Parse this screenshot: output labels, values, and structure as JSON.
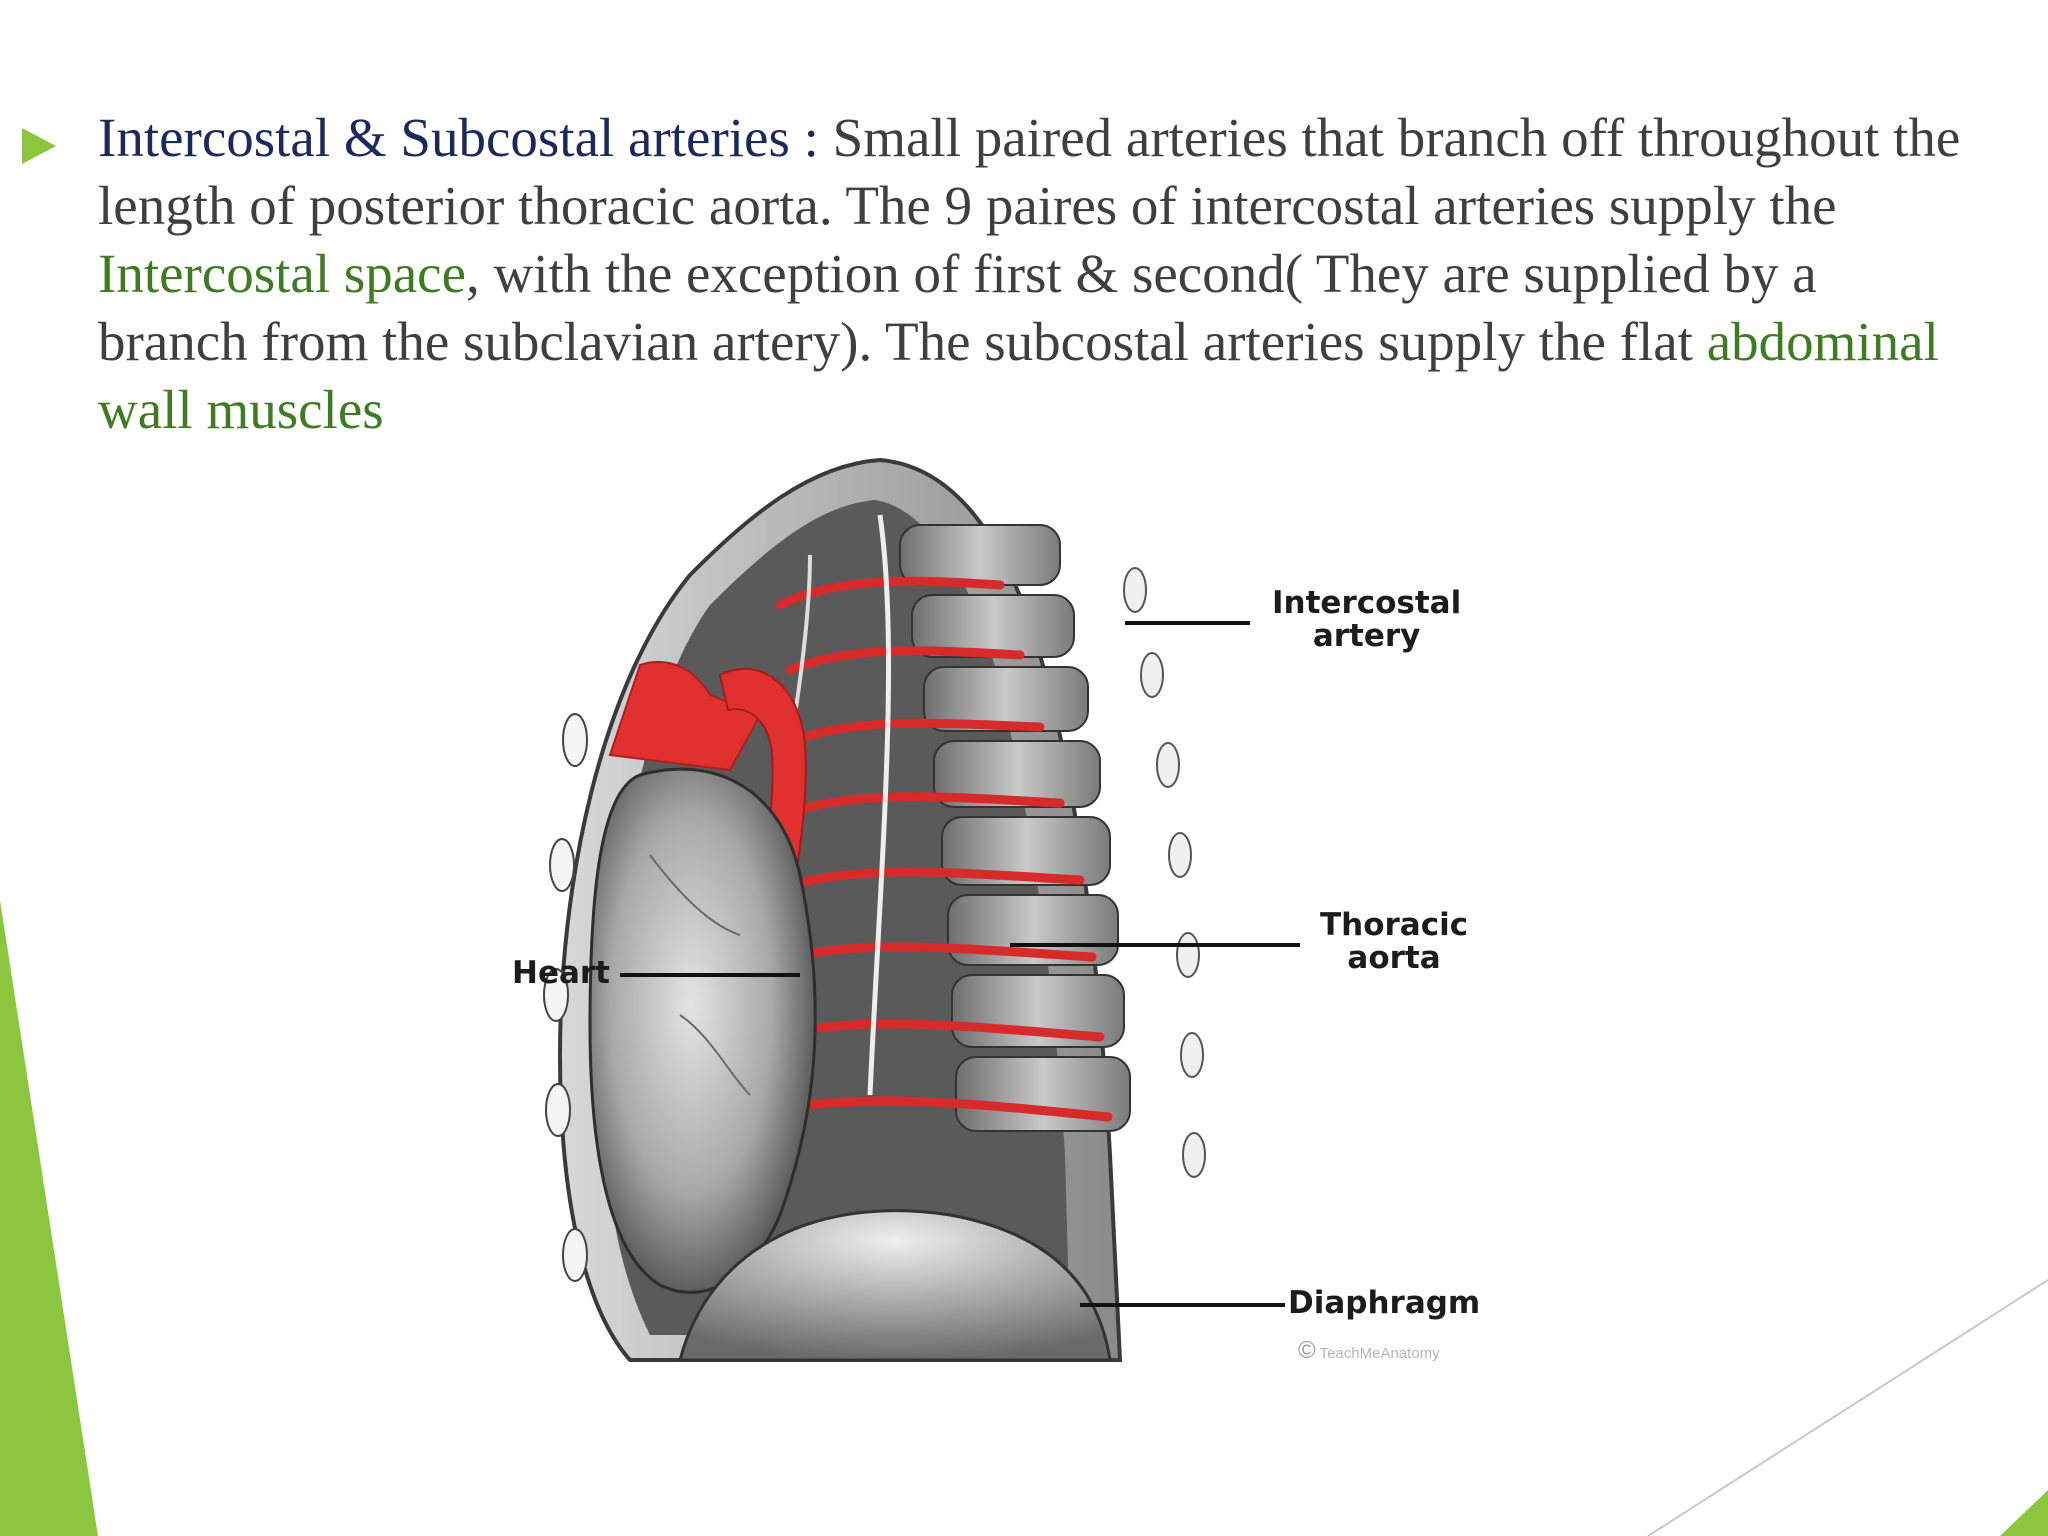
{
  "slide": {
    "accent_color": "#8cc63f",
    "term_color": "#1b2a5c",
    "highlight_color": "#3e7b22",
    "body_color": "#3f3f3f",
    "bullet_icon": "triangle-bullet-icon",
    "paragraph": {
      "term": "Intercostal & Subcostal arteries :",
      "part1": " Small paired arteries that branch off throughout the length of posterior thoracic aorta. The 9 paires of intercostal arteries supply the ",
      "highlight1": "Intercostal space",
      "part2": ", with the exception of first & second( They are supplied by a branch from the subclavian artery). The subcostal arteries supply the flat ",
      "highlight2": "abdominal wall muscles"
    }
  },
  "figure": {
    "labels": {
      "intercostal_line1": "Intercostal",
      "intercostal_line2": "artery",
      "heart": "Heart",
      "thoracic_line1": "Thoracic",
      "thoracic_line2": "aorta",
      "diaphragm": "Diaphragm"
    },
    "credit_symbol": "©",
    "credit_text": "TeachMeAnatomy"
  }
}
